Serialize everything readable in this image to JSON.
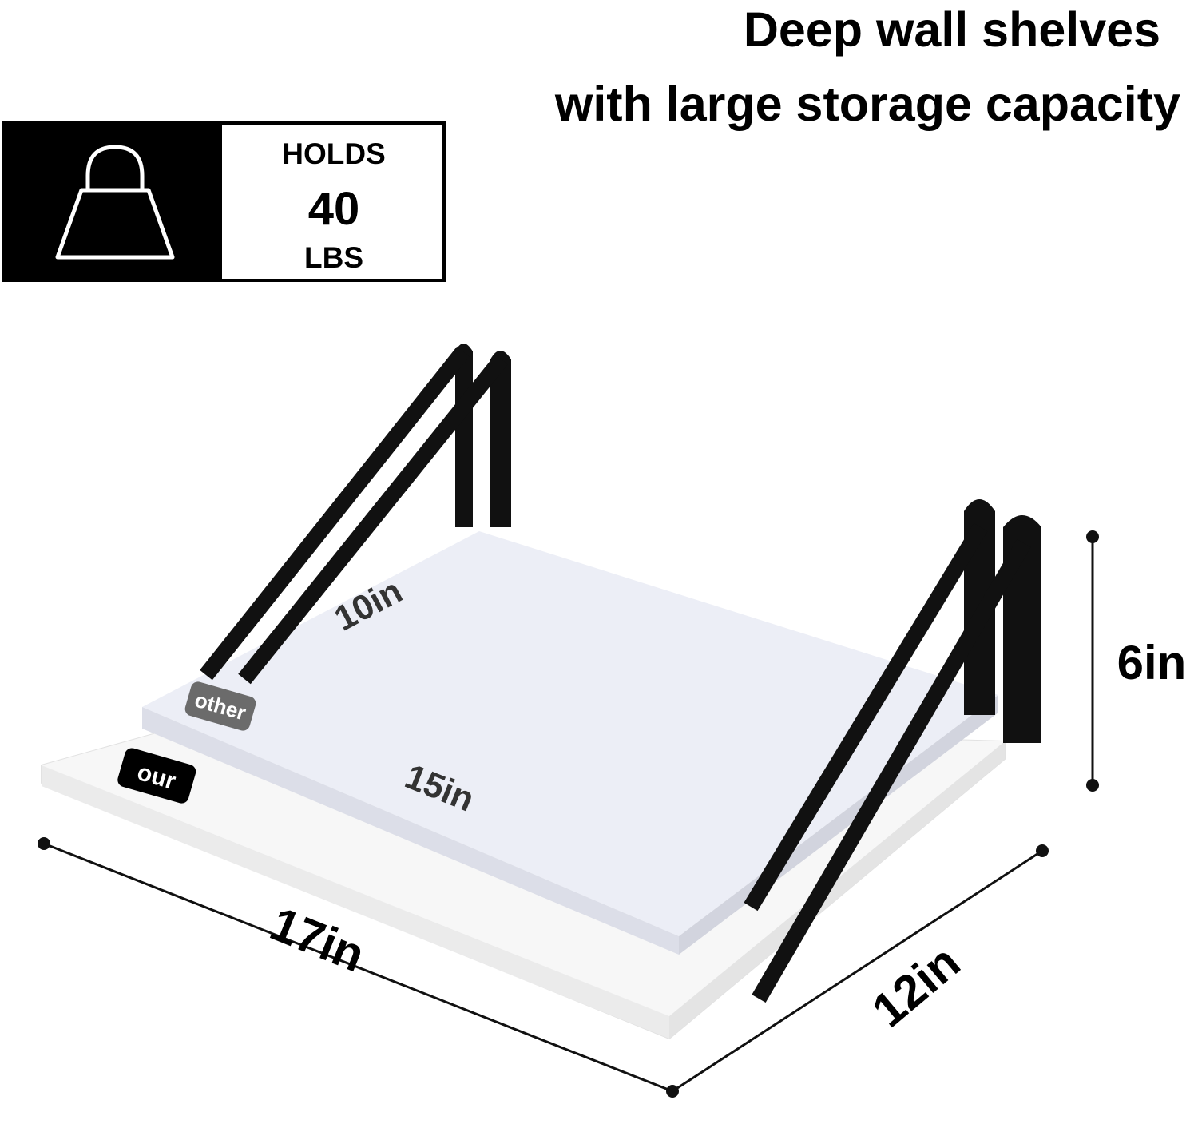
{
  "headline": {
    "line1": "Deep wall shelves",
    "line2": "with large storage capacity"
  },
  "badge": {
    "icon": "shopping-bag-icon",
    "holds_label": "HOLDS",
    "weight_value": "40",
    "weight_unit": "LBS"
  },
  "dimensions": {
    "other_depth": "10in",
    "other_width": "15in",
    "our_width": "17in",
    "our_depth": "12in",
    "bracket_height": "6in"
  },
  "labels": {
    "other": "other",
    "our": "our"
  },
  "colors": {
    "ink": "#000000",
    "shelf_other_top": "#eceef6",
    "shelf_our_top": "#f7f7f7",
    "label_other_bg": "#6b6b6b"
  }
}
